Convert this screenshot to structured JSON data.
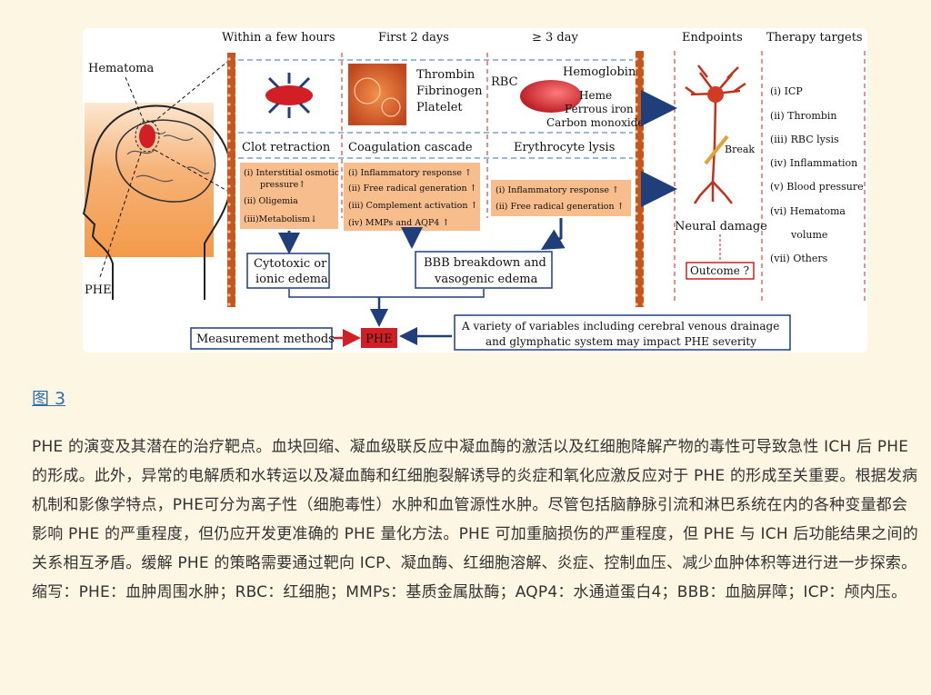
{
  "figure": {
    "phases": {
      "hours": "Within a few hours",
      "days2": "First 2 days",
      "days3": "≥ 3 day",
      "endpoints": "Endpoints",
      "therapy": "Therapy targets"
    },
    "hematoma_label": "Hematoma",
    "phe_side_label": "PHE",
    "clot": {
      "title": "Clot retraction",
      "items": [
        "(i) Interstitial osmotic",
        "pressure↑",
        "(ii) Oligemia",
        "(iii)Metabolism↓"
      ]
    },
    "coag": {
      "title": "Coagulation cascade",
      "labels": [
        "Thrombin",
        "Fibrinogen",
        "Platelet"
      ],
      "items": [
        "(i)  Inflammatory response ↑",
        "(ii) Free radical generation ↑",
        "(iii) Complement activation ↑",
        "(iv) MMPs and AQP4  ↑"
      ]
    },
    "lysis": {
      "title": "Erythrocyte lysis",
      "labels": [
        "RBC",
        "Hemoglobin",
        "Heme",
        "Ferrous iron",
        "Carbon monoxide"
      ],
      "items": [
        "(i) Inflammatory response  ↑",
        "(ii) Free radical generation ↑"
      ]
    },
    "endpoints": {
      "break_label": "Break",
      "neural_damage": "Neural damage",
      "outcome": "Outcome ?"
    },
    "therapy_targets": [
      "(i)  ICP",
      "(ii) Thrombin",
      "(iii) RBC lysis",
      "(iv) Inflammation",
      "(v)  Blood pressure",
      "(vi) Hematoma",
      "volume",
      "(vii) Others"
    ],
    "edema": {
      "cytotoxic": [
        "Cytotoxic or",
        "ionic edema"
      ],
      "vasogenic": [
        "BBB breakdown and",
        "vasogenic edema"
      ]
    },
    "measurement": "Measurement methods",
    "phe_box": "PHE",
    "variables": [
      "A variety of variables including cerebral venous drainage",
      "and glymphatic system may impact PHE severity"
    ]
  },
  "figure_link": "图 3",
  "caption": "PHE 的演变及其潜在的治疗靶点。血块回缩、凝血级联反应中凝血酶的激活以及红细胞降解产物的毒性可导致急性 ICH 后 PHE 的形成。此外，异常的电解质和水转运以及凝血酶和红细胞裂解诱导的炎症和氧化应激反应对于 PHE 的形成至关重要。根据发病机制和影像学特点，PHE可分为离子性（细胞毒性）水肿和血管源性水肿。尽管包括脑静脉引流和淋巴系统在内的各种变量都会影响 PHE 的严重程度，但仍应开发更准确的 PHE 量化方法。PHE 可加重脑损伤的严重程度，但 PHE 与 ICH 后功能结果之间的关系相互矛盾。缓解 PHE 的策略需要通过靶向 ICP、凝血酶、红细胞溶解、炎症、控制血压、减少血肿体积等进行进一步探索。缩写：PHE：血肿周围水肿；RBC：红细胞；MMPs：基质金属肽酶；AQP4：水通道蛋白4；BBB：血脑屏障；ICP：颅内压。",
  "colors": {
    "link": "#2f6ea7",
    "box_fill": "#f7bd8c",
    "red": "#d21f26",
    "navy": "#1f3f7a",
    "bar": "#c8561c"
  }
}
